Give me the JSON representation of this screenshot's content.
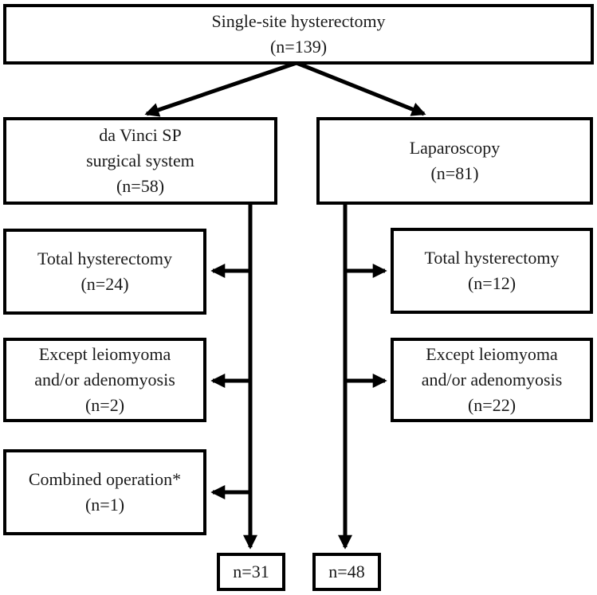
{
  "flowchart": {
    "nodes": {
      "root": {
        "lines": [
          "Single-site hysterectomy",
          "(n=139)"
        ]
      },
      "davinci": {
        "lines": [
          "da Vinci SP",
          "surgical system",
          "(n=58)"
        ]
      },
      "laparoscopy": {
        "lines": [
          "Laparoscopy",
          "(n=81)"
        ]
      },
      "davinci_total": {
        "lines": [
          "Total hysterectomy",
          "(n=24)"
        ]
      },
      "davinci_except": {
        "lines": [
          "Except leiomyoma",
          "and/or adenomyosis",
          "(n=2)"
        ]
      },
      "davinci_combined": {
        "lines": [
          "Combined operation*",
          "(n=1)"
        ]
      },
      "lap_total": {
        "lines": [
          "Total hysterectomy",
          "(n=12)"
        ]
      },
      "lap_except": {
        "lines": [
          "Except leiomyoma",
          "and/or adenomyosis",
          "(n=22)"
        ]
      },
      "davinci_remaining": {
        "lines": [
          "n=31"
        ]
      },
      "lap_remaining": {
        "lines": [
          "n=48"
        ]
      }
    },
    "edges": [
      {
        "from": "root",
        "to": "davinci"
      },
      {
        "from": "root",
        "to": "laparoscopy"
      },
      {
        "from": "davinci",
        "to": "davinci_total"
      },
      {
        "from": "davinci",
        "to": "davinci_except"
      },
      {
        "from": "davinci",
        "to": "davinci_combined"
      },
      {
        "from": "davinci",
        "to": "davinci_remaining"
      },
      {
        "from": "laparoscopy",
        "to": "lap_total"
      },
      {
        "from": "laparoscopy",
        "to": "lap_except"
      },
      {
        "from": "laparoscopy",
        "to": "lap_remaining"
      }
    ],
    "colors": {
      "line": "#000000",
      "text": "#1a1a1a",
      "background": "#ffffff"
    }
  }
}
